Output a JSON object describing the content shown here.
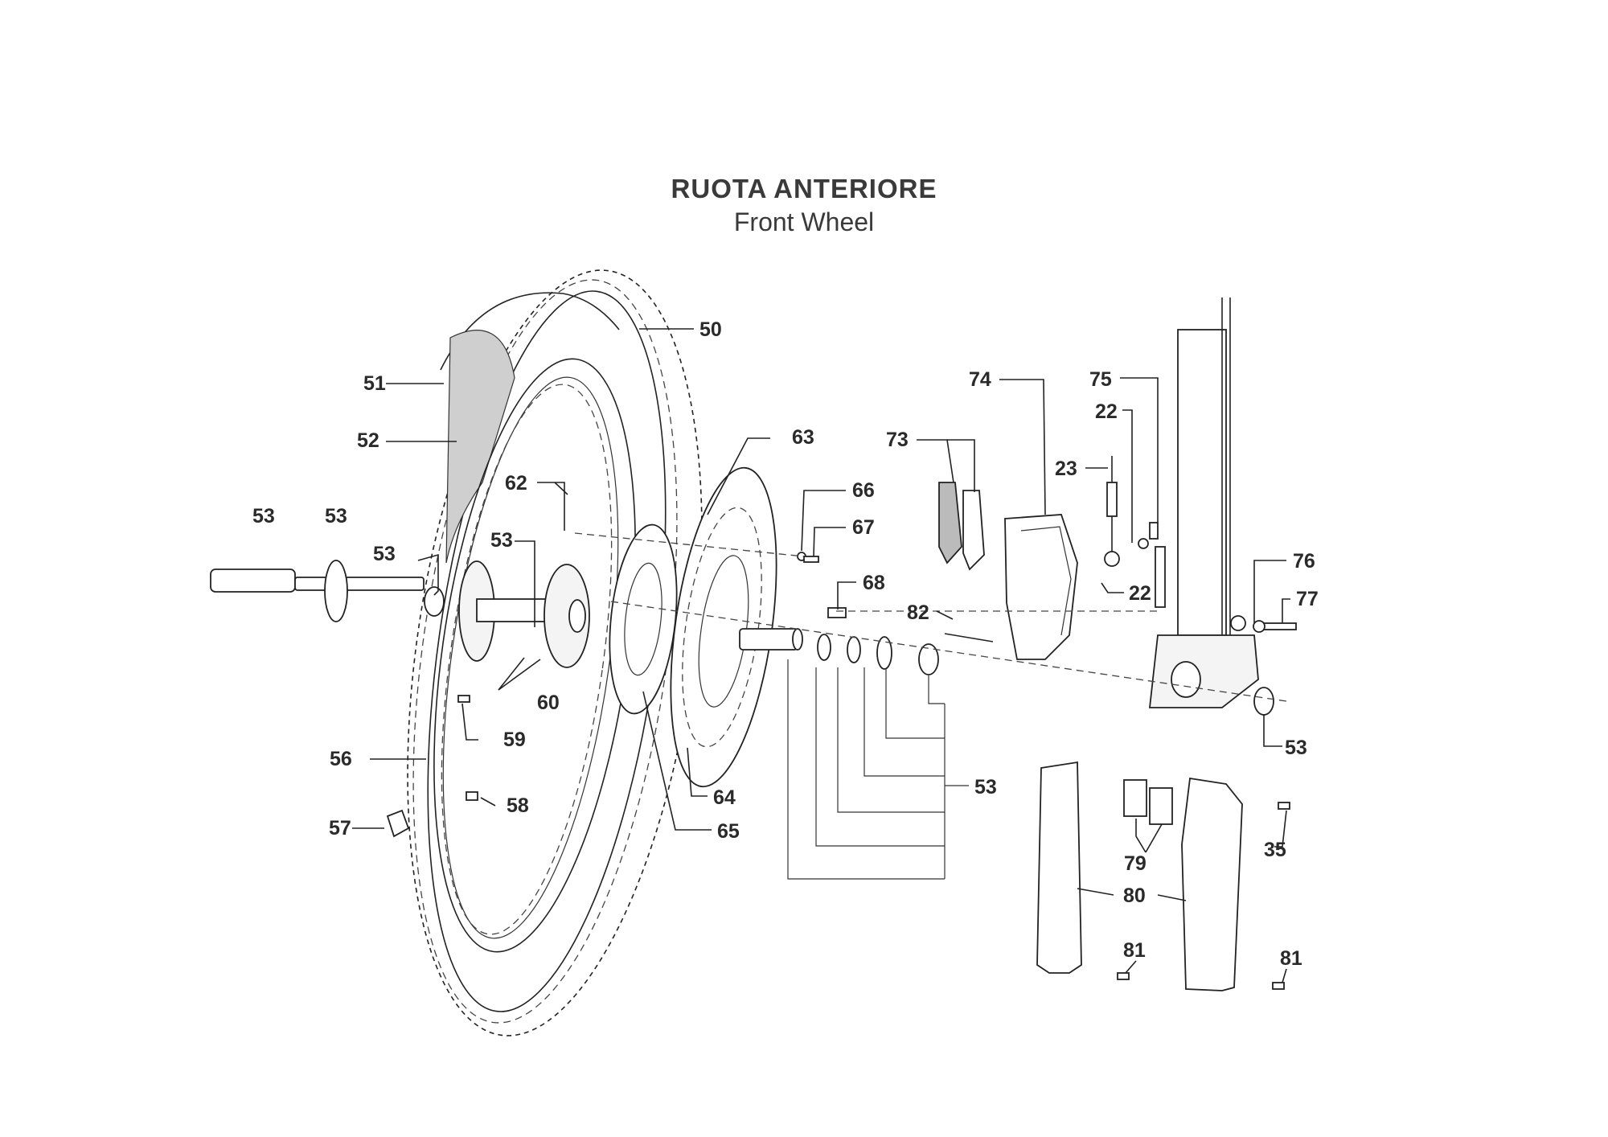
{
  "title": "RUOTA ANTERIORE",
  "subtitle": "Front Wheel",
  "callouts": {
    "c50": "50",
    "c51": "51",
    "c52": "52",
    "c53a": "53",
    "c53b": "53",
    "c53c": "53",
    "c53d": "53",
    "c53e": "53",
    "c53f": "53",
    "c56": "56",
    "c57": "57",
    "c58": "58",
    "c59": "59",
    "c60": "60",
    "c62": "62",
    "c63": "63",
    "c64": "64",
    "c65": "65",
    "c66": "66",
    "c67": "67",
    "c68": "68",
    "c73": "73",
    "c74": "74",
    "c75": "75",
    "c22a": "22",
    "c22b": "22",
    "c23": "23",
    "c76": "76",
    "c77": "77",
    "c82": "82",
    "c79": "79",
    "c80": "80",
    "c81a": "81",
    "c81b": "81",
    "c35": "35"
  }
}
